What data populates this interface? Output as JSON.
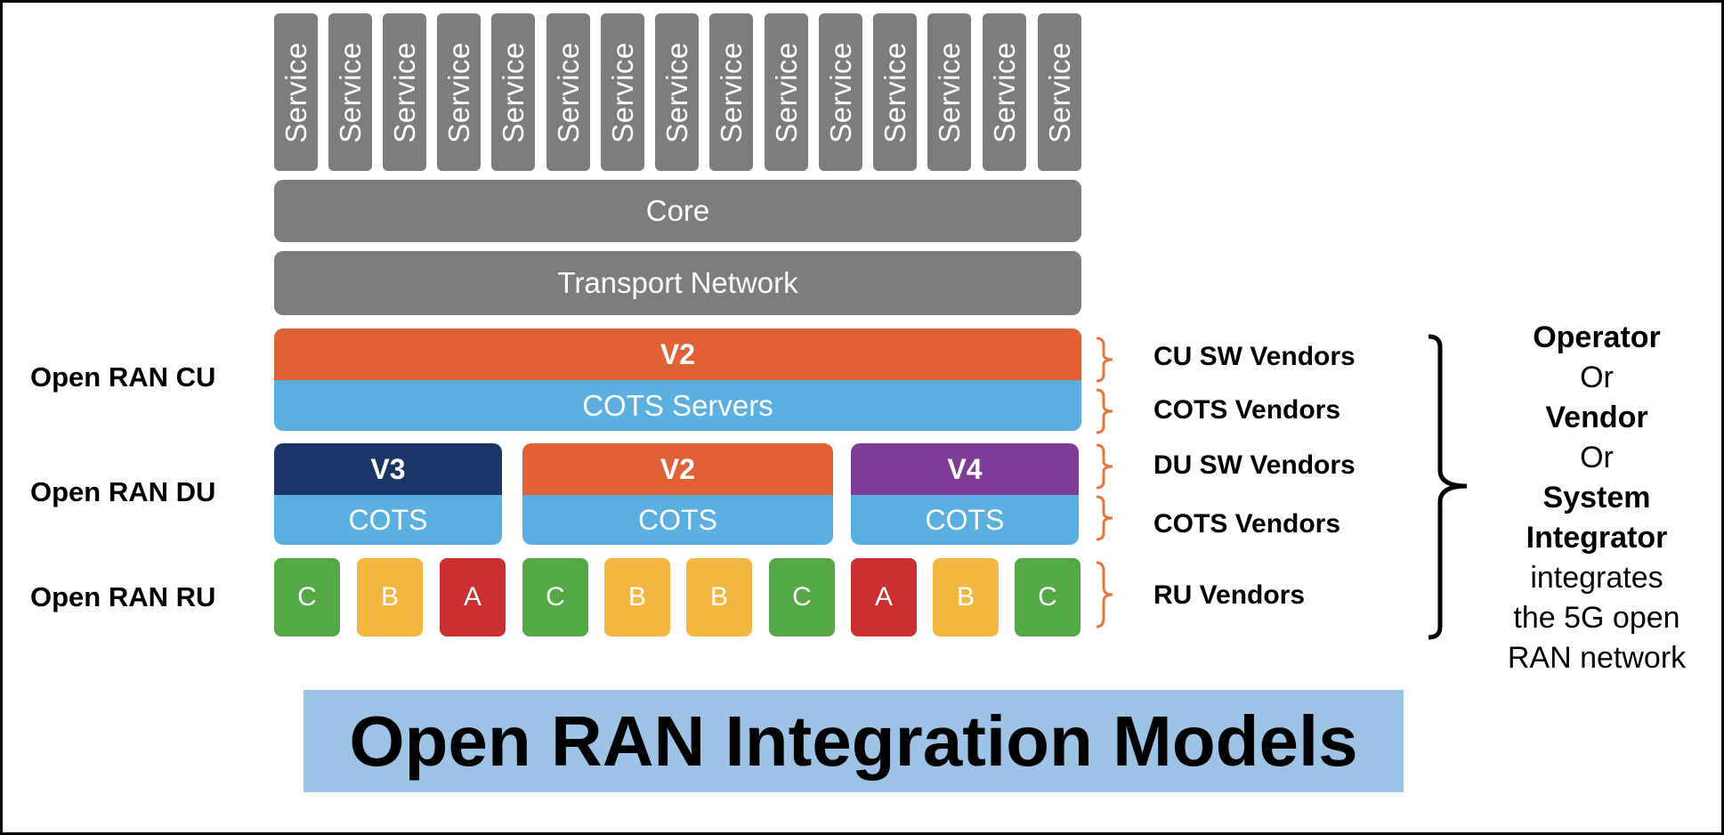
{
  "services": [
    "Service",
    "Service",
    "Service",
    "Service",
    "Service",
    "Service",
    "Service",
    "Service",
    "Service",
    "Service",
    "Service",
    "Service",
    "Service",
    "Service",
    "Service"
  ],
  "core_label": "Core",
  "transport_label": "Transport Network",
  "cu": {
    "software": "V2",
    "hardware": "COTS Servers"
  },
  "du": [
    {
      "software": "V3",
      "hardware": "COTS"
    },
    {
      "software": "V2",
      "hardware": "COTS"
    },
    {
      "software": "V4",
      "hardware": "COTS"
    }
  ],
  "ru": [
    "C",
    "B",
    "A",
    "C",
    "B",
    "B",
    "C",
    "A",
    "B",
    "C"
  ],
  "left_labels": {
    "cu": "Open RAN CU",
    "du": "Open RAN DU",
    "ru": "Open RAN RU"
  },
  "vendor_labels": {
    "cu_sw": "CU SW Vendors",
    "cots_cu": "COTS Vendors",
    "du_sw": "DU SW Vendors",
    "cots_du": "COTS Vendors",
    "ru": "RU Vendors"
  },
  "integrator": {
    "operator": "Operator",
    "or1": "Or",
    "vendor": "Vendor",
    "or2": "Or",
    "system": "System",
    "integrator": "Integrator",
    "line1": "integrates",
    "line2": "the 5G open",
    "line3": "RAN network"
  },
  "title": "Open RAN Integration Models",
  "colors": {
    "gray": "#7d7d7d",
    "orange": "#e06135",
    "light_blue": "#5aafe0",
    "navy": "#1a3566",
    "purple": "#7e3c96",
    "ru_green": "#54a845",
    "ru_yellow": "#f2b740",
    "ru_red": "#c9302f",
    "brace_orange": "#e2783f",
    "title_bg": "#9dc3e6"
  }
}
